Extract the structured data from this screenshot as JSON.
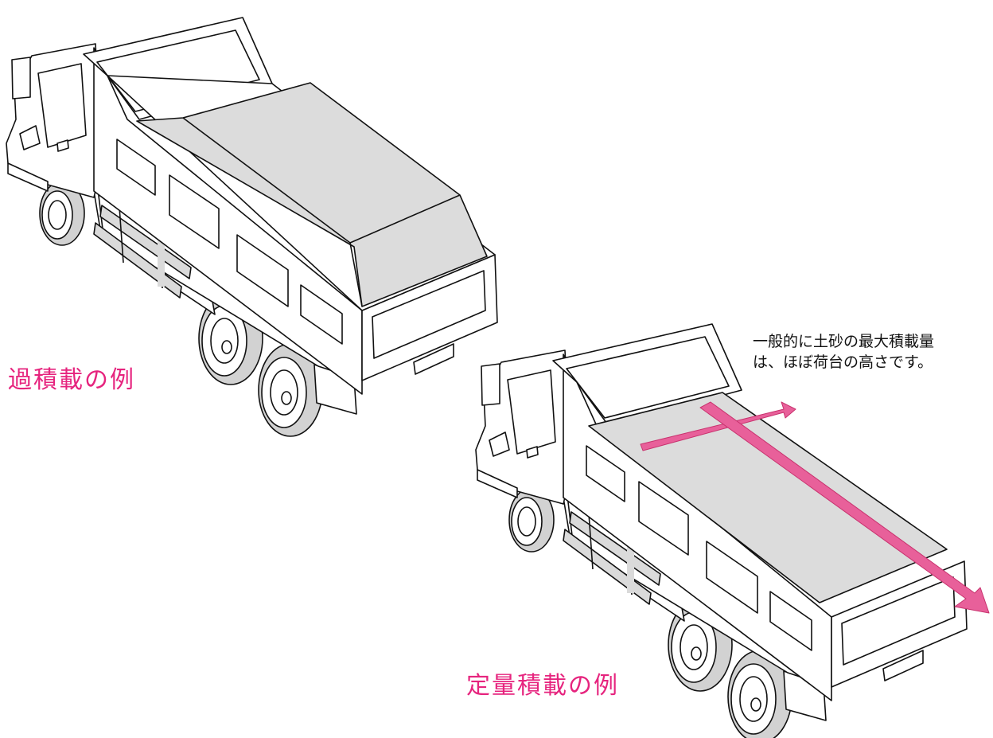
{
  "labels": {
    "overload": "過積載の例",
    "standard": "定量積載の例"
  },
  "note": {
    "line1": "一般的に土砂の最大積載量",
    "line2": "は、ほぼ荷台の高さです。"
  },
  "colors": {
    "accent": "#e6247e",
    "arrow": "#e8609a",
    "load": "#dcdcdc",
    "line": "#111111"
  }
}
